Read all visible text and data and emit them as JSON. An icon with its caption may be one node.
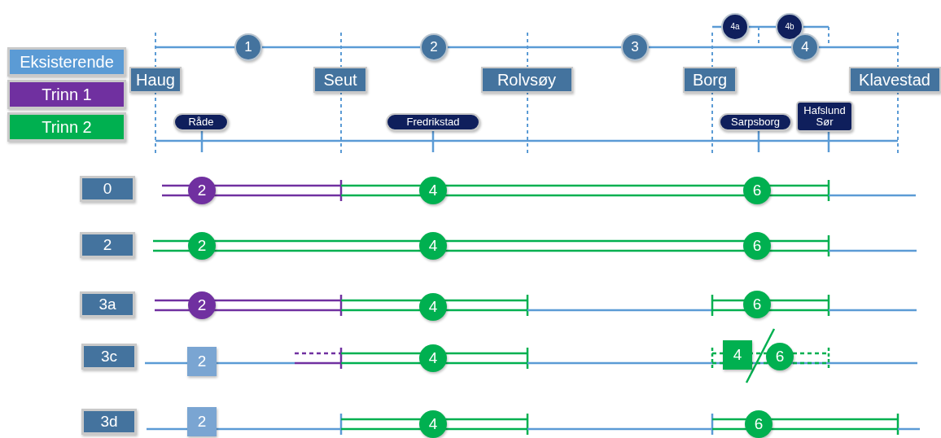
{
  "diagram": {
    "nodes": [
      {
        "text": [
          "4a"
        ]
      },
      {
        "text": [
          "4b"
        ]
      },
      {
        "text": [
          "1"
        ]
      },
      {
        "text": [
          "2"
        ]
      },
      {
        "text": [
          "3"
        ]
      },
      {
        "text": [
          "4"
        ]
      },
      {
        "text": [
          "Haug"
        ]
      },
      {
        "text": [
          "Seut"
        ]
      },
      {
        "text": [
          "Rolvsøy"
        ]
      },
      {
        "text": [
          "Borg"
        ]
      },
      {
        "text": [
          "Klavestad"
        ]
      },
      {
        "text": [
          "Råde"
        ]
      },
      {
        "text": [
          "Fredrikstad"
        ]
      },
      {
        "text": [
          "Sarpsborg"
        ]
      },
      {
        "text": [
          "Hafslund Sør"
        ]
      },
      {
        "text": [
          "0"
        ]
      },
      {
        "text": [
          "2"
        ]
      },
      {
        "text": [
          "4"
        ]
      },
      {
        "text": [
          "6"
        ]
      },
      {
        "text": [
          "2"
        ]
      },
      {
        "text": [
          "2"
        ]
      },
      {
        "text": [
          "4"
        ]
      },
      {
        "text": [
          "6"
        ]
      },
      {
        "text": [
          "3a"
        ]
      },
      {
        "text": [
          "2"
        ]
      },
      {
        "text": [
          "4"
        ]
      },
      {
        "text": [
          "6"
        ]
      },
      {
        "text": [
          "3c"
        ]
      },
      {
        "text": [
          "2"
        ]
      },
      {
        "text": [
          "4"
        ]
      },
      {
        "text": [
          "4"
        ]
      },
      {
        "text": [
          "6"
        ]
      },
      {
        "text": [
          "3d"
        ]
      },
      {
        "text": [
          "2"
        ]
      },
      {
        "text": [
          "4"
        ]
      },
      {
        "text": [
          "6"
        ]
      }
    ],
    "legend": [
      {
        "text": "Eksisterende",
        "color": "#5b9bd5"
      },
      {
        "text": "Trinn 1",
        "color": "#7030a0"
      },
      {
        "text": "Trinn 2",
        "color": "#00b050"
      }
    ]
  }
}
